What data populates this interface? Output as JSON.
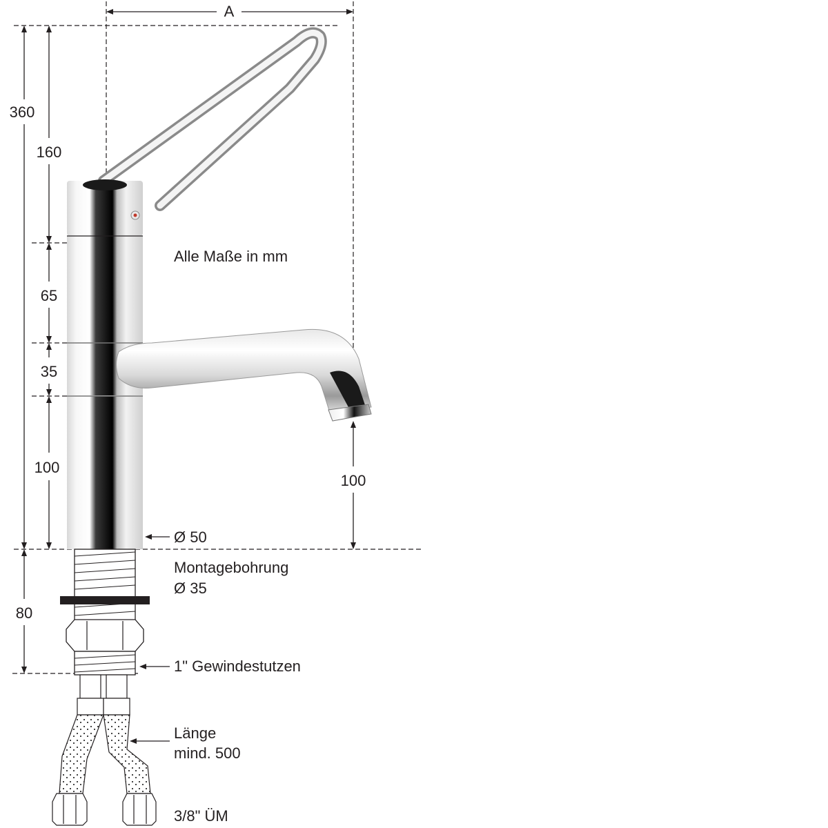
{
  "dimensions": {
    "width_a": "A",
    "total_height": "360",
    "lever_height": "160",
    "upper_body": "65",
    "spout_section": "35",
    "lower_body": "100",
    "spout_height": "100",
    "base_diameter": "Ø 50",
    "below_mount": "80"
  },
  "notes": {
    "units": "Alle Maße in mm",
    "mounting_hole_title": "Montagebohrung",
    "mounting_hole_value": "Ø 35",
    "thread": "1\" Gewindestutzen",
    "hose_length_label": "Länge",
    "hose_length_value": "mind. 500",
    "connection": "3/8\" ÜM"
  }
}
